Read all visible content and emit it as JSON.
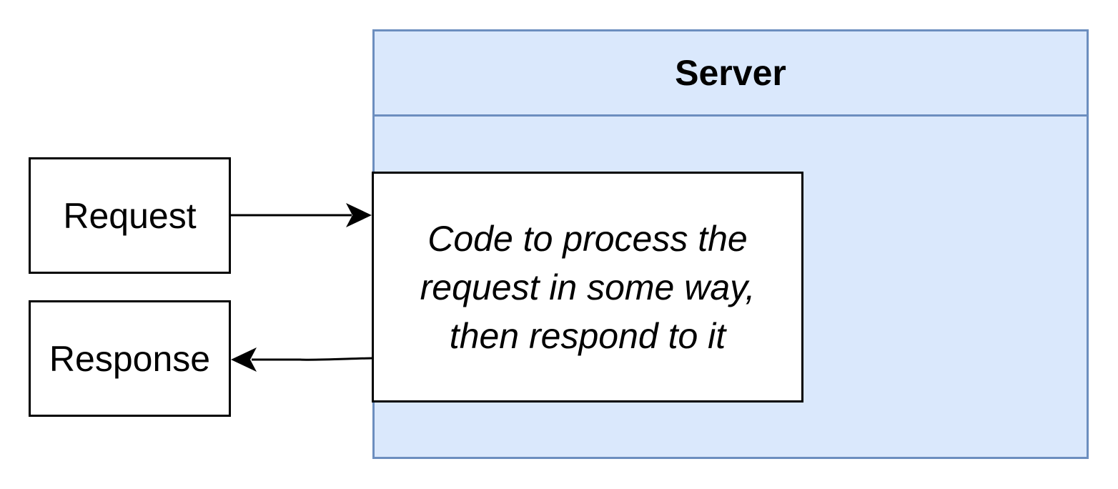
{
  "diagram": {
    "server_label": "Server",
    "request_label": "Request",
    "response_label": "Response",
    "code_label": "Code to process the request in some way, then respond to it",
    "colors": {
      "server_fill": "#dae8fc",
      "server_stroke": "#6c8ebf",
      "box_fill": "#ffffff",
      "box_stroke": "#000000"
    }
  }
}
